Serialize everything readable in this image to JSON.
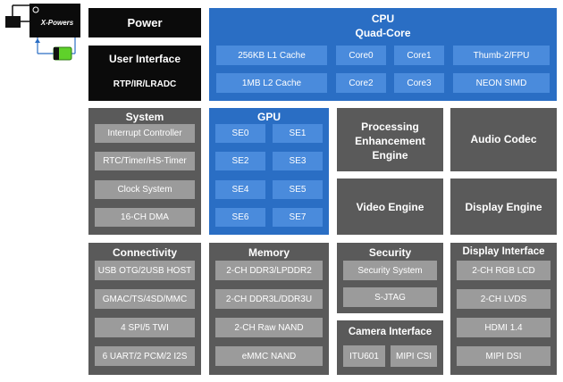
{
  "logo": {
    "brand_text": "X-Powers",
    "icon": "power-ic-chip-icon",
    "battery_icon": "battery-icon",
    "plug_icon": "power-plug-icon"
  },
  "colors": {
    "black_block": "#0b0b0b",
    "dark_block": "#5a5a5a",
    "blue_block": "#2a6ec4",
    "gray_cell": "#9b9b9b",
    "blue_cell": "#4a8bdc",
    "battery_green": "#5fd12a"
  },
  "power": {
    "title": "Power"
  },
  "user_interface": {
    "title": "User Interface",
    "subtitle": "RTP/IR/LRADC"
  },
  "cpu": {
    "title": "CPU",
    "subtitle": "Quad-Core",
    "cells": [
      "256KB L1 Cache",
      "Core0",
      "Core1",
      "Thumb-2/FPU",
      "1MB L2 Cache",
      "Core2",
      "Core3",
      "NEON SIMD"
    ]
  },
  "system": {
    "title": "System",
    "items": [
      "Interrupt  Controller",
      "RTC/Timer/HS-Timer",
      "Clock System",
      "16-CH DMA"
    ]
  },
  "gpu": {
    "title": "GPU",
    "cells": [
      "SE0",
      "SE1",
      "SE2",
      "SE3",
      "SE4",
      "SE5",
      "SE6",
      "SE7"
    ]
  },
  "processing_engine": {
    "title": "Processing Enhancement Engine"
  },
  "audio_codec": {
    "title": "Audio Codec"
  },
  "video_engine": {
    "title": "Video Engine"
  },
  "display_engine": {
    "title": "Display Engine"
  },
  "connectivity": {
    "title": "Connectivity",
    "items": [
      "USB OTG/2USB HOST",
      "GMAC/TS/4SD/MMC",
      "4 SPI/5 TWI",
      "6 UART/2 PCM/2 I2S"
    ]
  },
  "memory": {
    "title": "Memory",
    "items": [
      "2-CH DDR3/LPDDR2",
      "2-CH DDR3L/DDR3U",
      "2-CH Raw NAND",
      "eMMC NAND"
    ]
  },
  "security": {
    "title": "Security",
    "items": [
      "Security System",
      "S-JTAG"
    ]
  },
  "camera_interface": {
    "title": "Camera Interface",
    "items": [
      "ITU601",
      "MIPI CSI"
    ]
  },
  "display_interface": {
    "title": "Display Interface",
    "items": [
      "2-CH RGB LCD",
      "2-CH LVDS",
      "HDMI 1.4",
      "MIPI DSI"
    ]
  }
}
